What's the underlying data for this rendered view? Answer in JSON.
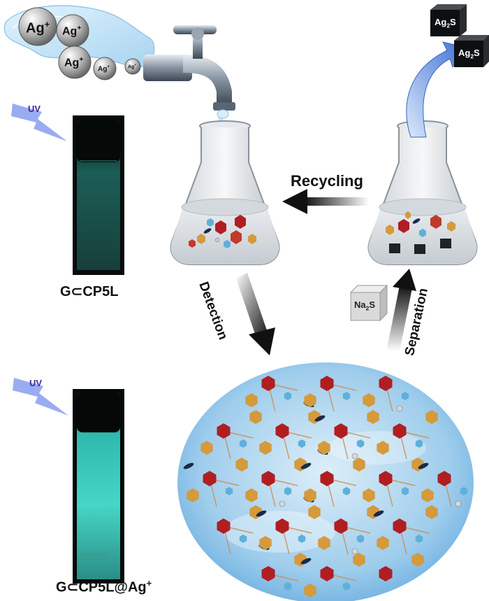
{
  "ions": {
    "ag1": {
      "base": "Ag",
      "sup": "+"
    },
    "ag2": {
      "base": "Ag",
      "sup": "+"
    },
    "ag3": {
      "base": "Ag",
      "sup": "+"
    },
    "ag4": {
      "base": "Ag",
      "sup": "+"
    },
    "ag5": {
      "base": "Ag",
      "sup": "+"
    }
  },
  "uv_top": "UV",
  "uv_bottom": "UV",
  "vial_top_label": "G⊂CP5L",
  "vial_bottom_label": {
    "base": "G⊂CP5L@Ag",
    "sup": "+"
  },
  "recycling": "Recycling",
  "detection": "Detection",
  "separation": "Separation",
  "na2s": {
    "a": "Na",
    "sub": "2",
    "b": "S"
  },
  "ag2s_top": {
    "a": "Ag",
    "sub": "2",
    "b": "S"
  },
  "ag2s_bottom": {
    "a": "Ag",
    "sub": "2",
    "b": "S"
  },
  "colors": {
    "uv_bolt": "#8fa3ef",
    "glow_weak": "#2c8b7b",
    "glow_strong": "#3fe3d2",
    "pillar_red": "#b01e22",
    "hex_orange": "#d49a3c",
    "blue_ring": "#5fb0d9",
    "navy_oval": "#1a2a4a",
    "arrow_black": "#111111",
    "curved_arrow": "#4a7bd8"
  },
  "icons": [
    "water-splash-icon",
    "faucet-icon",
    "flask-icon",
    "uv-bolt-icon",
    "cube-icon",
    "network-circle-icon"
  ]
}
